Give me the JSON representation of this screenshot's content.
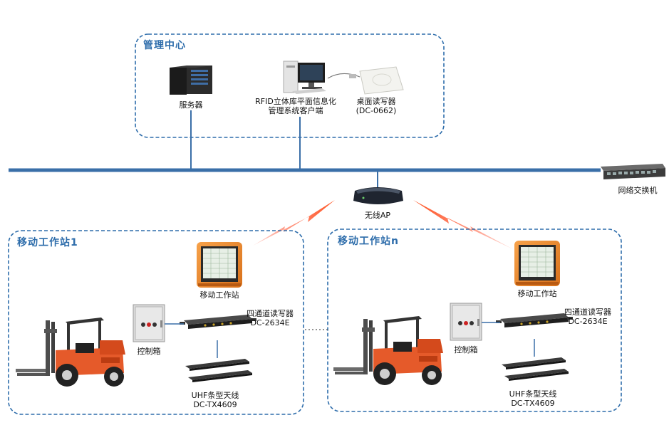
{
  "management": {
    "title": "管理中心"
  },
  "devices": {
    "server": "服务器",
    "client_line1": "RFID立体库平面信息化",
    "client_line2": "管理系统客户端",
    "desktop_reader_line1": "桌面读写器",
    "desktop_reader_line2": "(DC-0662)",
    "switch": "网络交换机",
    "wireless_ap": "无线AP"
  },
  "stations": [
    {
      "title": "移动工作站1",
      "terminal": "移动工作站",
      "reader_line1": "四通道读写器",
      "reader_line2": "DC-2634E",
      "control_box": "控制箱",
      "antenna_line1": "UHF条型天线",
      "antenna_line2": "DC-TX4609"
    },
    {
      "title": "移动工作站n",
      "terminal": "移动工作站",
      "reader_line1": "四通道读写器",
      "reader_line2": "DC-2634E",
      "control_box": "控制箱",
      "antenna_line1": "UHF条型天线",
      "antenna_line2": "DC-TX4609"
    }
  ],
  "colors": {
    "network_bus": "#3a6fa8",
    "frame_border": "#2e6dab",
    "wireless_signal": "#ee4422",
    "forklift": "#e55a2a"
  }
}
